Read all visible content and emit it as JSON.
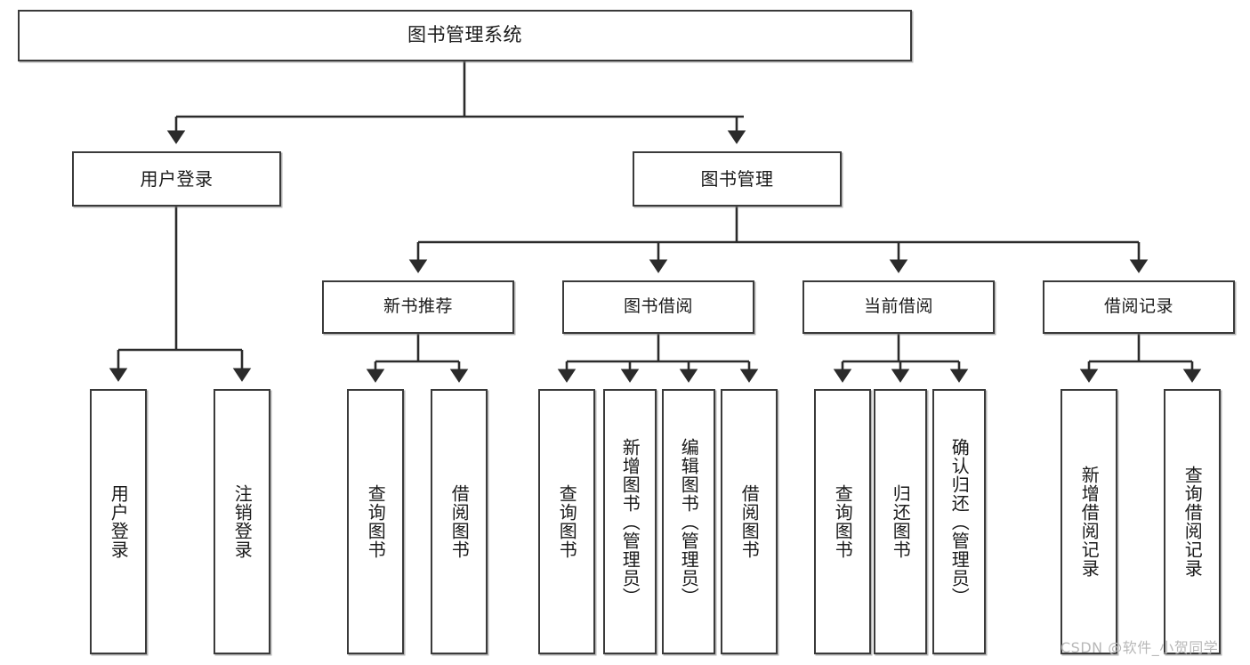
{
  "diagram": {
    "title": "图书管理系统",
    "type": "tree",
    "watermark": "CSDN @软件_小贺同学",
    "colors": {
      "box_border": "#3a3a3a",
      "box_fill": "#ffffff",
      "connector": "#2b2b2b",
      "text": "#1a1a1a",
      "watermark": "#b8b8b8"
    },
    "nodes": {
      "root": {
        "label": "图书管理系统"
      },
      "level1": [
        {
          "id": "user-login",
          "label": "用户登录"
        },
        {
          "id": "book-management",
          "label": "图书管理"
        }
      ],
      "level2": [
        {
          "id": "new-book-recommend",
          "label": "新书推荐",
          "parent": "book-management"
        },
        {
          "id": "book-borrow",
          "label": "图书借阅",
          "parent": "book-management"
        },
        {
          "id": "current-borrow",
          "label": "当前借阅",
          "parent": "book-management"
        },
        {
          "id": "borrow-record",
          "label": "借阅记录",
          "parent": "book-management"
        }
      ],
      "leaves": [
        {
          "id": "leaf-user-login",
          "label": "用户登录",
          "parent": "user-login"
        },
        {
          "id": "leaf-logout",
          "label": "注销登录",
          "parent": "user-login"
        },
        {
          "id": "leaf-query-book-1",
          "label": "查询图书",
          "parent": "new-book-recommend"
        },
        {
          "id": "leaf-borrow-book-1",
          "label": "借阅图书",
          "parent": "new-book-recommend"
        },
        {
          "id": "leaf-query-book-2",
          "label": "查询图书",
          "parent": "book-borrow"
        },
        {
          "id": "leaf-add-book",
          "label": "新增图书（管理员）",
          "parent": "book-borrow"
        },
        {
          "id": "leaf-edit-book",
          "label": "编辑图书（管理员）",
          "parent": "book-borrow"
        },
        {
          "id": "leaf-borrow-book-2",
          "label": "借阅图书",
          "parent": "book-borrow"
        },
        {
          "id": "leaf-query-book-3",
          "label": "查询图书",
          "parent": "current-borrow"
        },
        {
          "id": "leaf-return-book",
          "label": "归还图书",
          "parent": "current-borrow"
        },
        {
          "id": "leaf-confirm-return",
          "label": "确认归还（管理员）",
          "parent": "current-borrow"
        },
        {
          "id": "leaf-add-record",
          "label": "新增借阅记录",
          "parent": "borrow-record"
        },
        {
          "id": "leaf-query-record",
          "label": "查询借阅记录",
          "parent": "borrow-record"
        }
      ]
    }
  }
}
